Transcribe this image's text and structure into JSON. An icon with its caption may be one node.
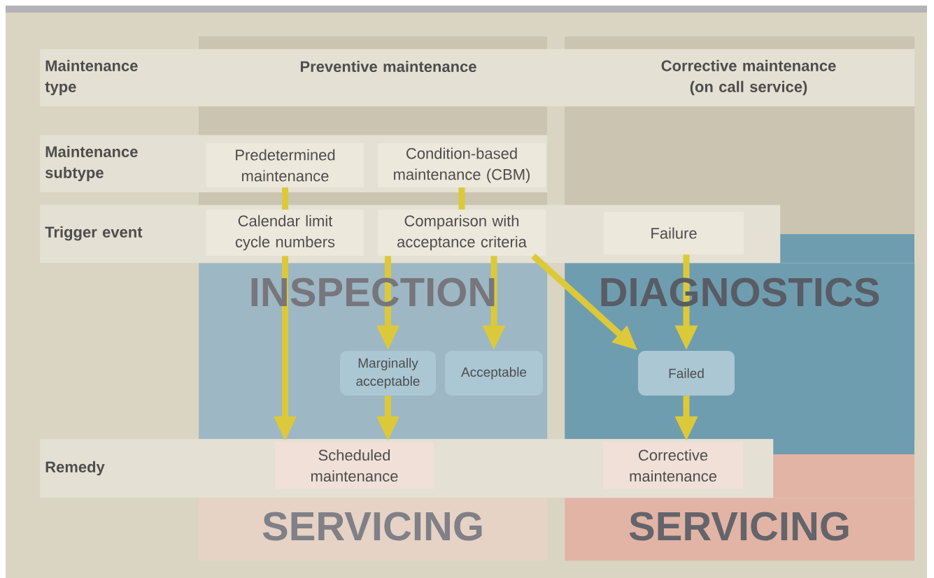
{
  "diagram": {
    "nodes": [
      {
        "text": [
          "Maintenance type"
        ]
      },
      {
        "text": [
          "Preventive maintenance"
        ],
        "in": 0
      },
      {
        "text": [
          "Corrective maintenance (on call service)"
        ],
        "in": 0
      },
      {
        "text": [
          "Maintenance subtype"
        ]
      },
      {
        "text": [
          "Predetermined maintenance"
        ],
        "in": 3
      },
      {
        "text": [
          "Condition-based maintenance (CBM)"
        ],
        "in": 3
      },
      {
        "text": [
          "Trigger event"
        ]
      },
      {
        "text": [
          "Calendar limit cycle numbers"
        ],
        "in": 6
      },
      {
        "text": [
          "Comparison with acceptance criteria"
        ],
        "in": 6
      },
      {
        "text": [
          "Failure"
        ],
        "in": 6
      },
      {
        "text": [
          "INSPECTION"
        ]
      },
      {
        "text": [
          "DIAGNOSTICS"
        ]
      },
      {
        "text": [
          "Marginally acceptable"
        ],
        "in": 10
      },
      {
        "text": [
          "Acceptable"
        ],
        "in": 10
      },
      {
        "text": [
          "Failed"
        ],
        "in": 11
      },
      {
        "text": [
          "Remedy"
        ]
      },
      {
        "text": [
          "Scheduled maintenance"
        ],
        "in": 15
      },
      {
        "text": [
          "Corrective maintenance"
        ],
        "in": 15
      },
      {
        "text": [
          "SERVICING"
        ]
      },
      {
        "text": [
          "SERVICING"
        ]
      }
    ],
    "edges": [
      {
        "from": 4,
        "to": 7,
        "arrow": "none"
      },
      {
        "from": 5,
        "to": 8,
        "arrow": "none"
      },
      {
        "from": 7,
        "to": 16,
        "arrow": "to"
      },
      {
        "from": 8,
        "to": 12,
        "arrow": "to"
      },
      {
        "from": 8,
        "to": 13,
        "arrow": "to"
      },
      {
        "from": 8,
        "to": 14,
        "arrow": "to"
      },
      {
        "from": 9,
        "to": 14,
        "arrow": "to"
      },
      {
        "from": 12,
        "to": 16,
        "arrow": "to"
      },
      {
        "from": 14,
        "to": 17,
        "arrow": "to"
      }
    ]
  }
}
